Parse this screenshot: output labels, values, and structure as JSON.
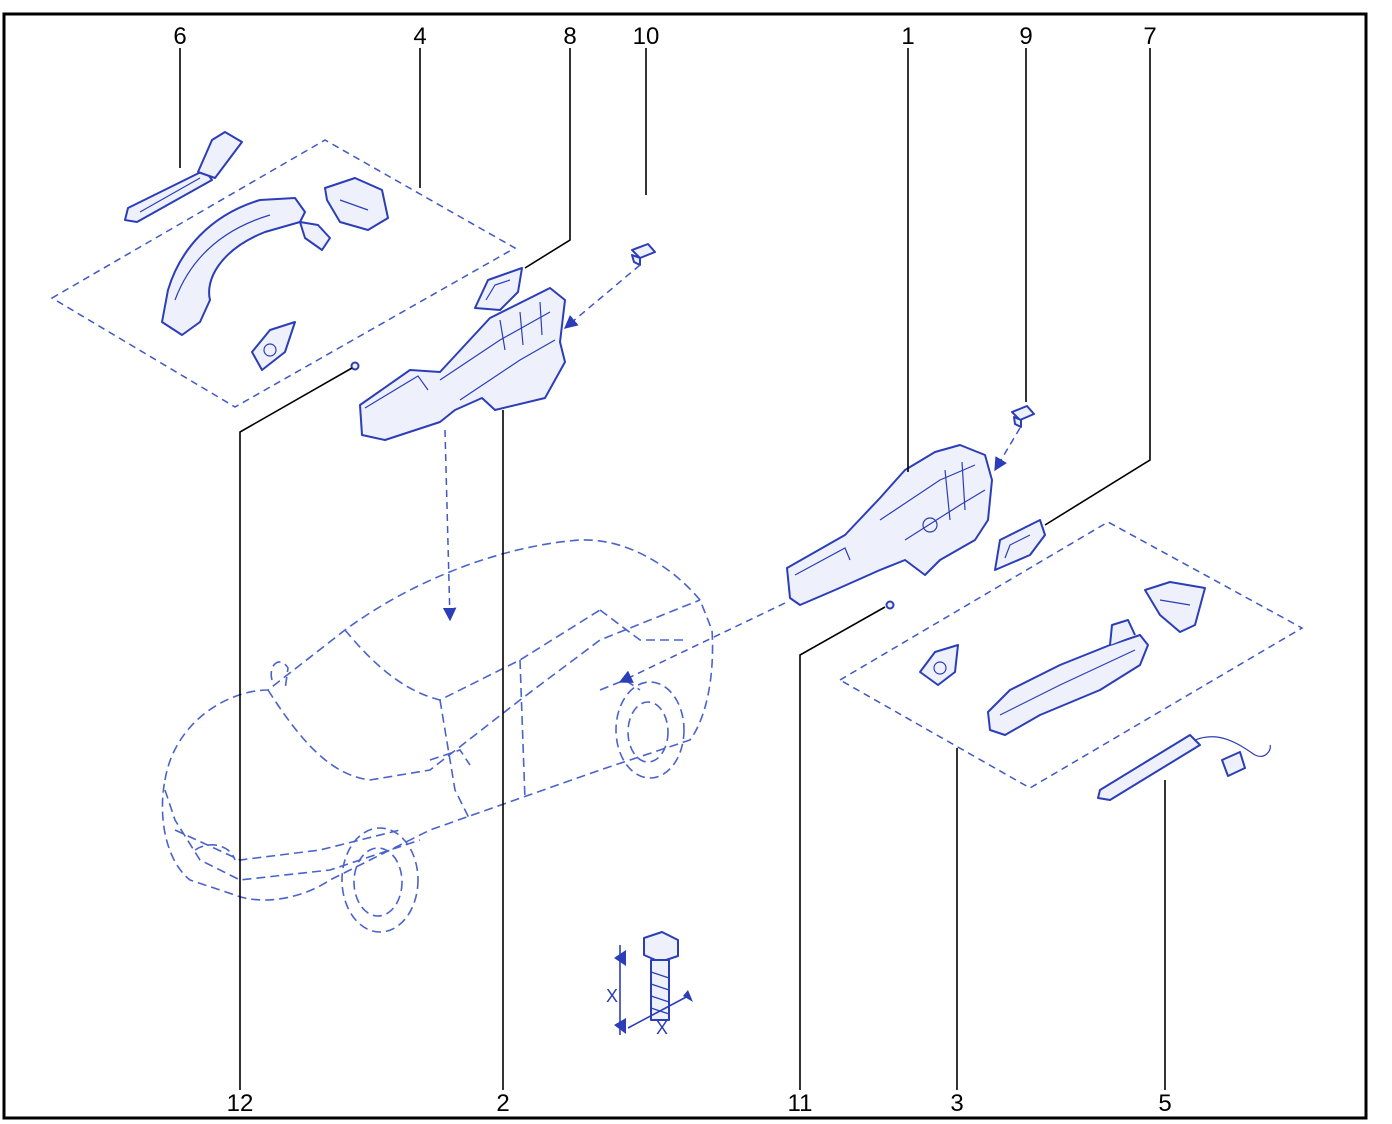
{
  "callouts": {
    "c1": "1",
    "c2": "2",
    "c3": "3",
    "c4": "4",
    "c5": "5",
    "c6": "6",
    "c7": "7",
    "c8": "8",
    "c9": "9",
    "c10": "10",
    "c11": "11",
    "c12": "12"
  },
  "bolt_dimension": {
    "height_label": "X",
    "width_label": "X"
  },
  "colors": {
    "line_art": "#2b3eb8",
    "callouts": "#000000",
    "frame": "#000000"
  }
}
